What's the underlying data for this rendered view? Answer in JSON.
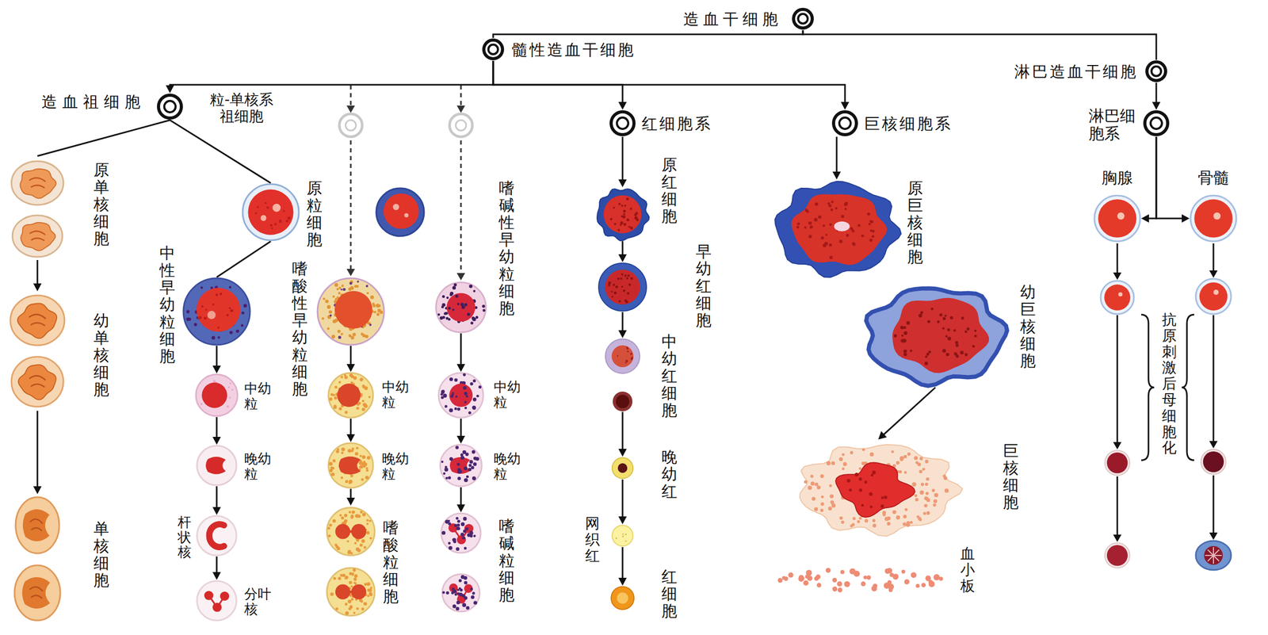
{
  "diagram": {
    "nodes": [
      {
        "text": [
          "造血干细胞"
        ]
      },
      {
        "text": [
          "髓性造血干细胞"
        ]
      },
      {
        "text": [
          "淋巴造血干细胞"
        ]
      },
      {
        "text": [
          "造血祖细胞",
          "粒-单核系 祖细胞"
        ]
      },
      {
        "text": [
          "红细胞系"
        ]
      },
      {
        "text": [
          "巨核细胞系"
        ]
      },
      {
        "text": [
          "淋巴细 胞系"
        ]
      },
      {
        "text": [
          "原单核细胞"
        ]
      },
      {
        "text": [
          "幼单核细胞"
        ]
      },
      {
        "text": [
          "单核细胞"
        ]
      },
      {
        "text": [
          "原粒细胞"
        ]
      },
      {
        "text": [
          "中性早幼粒细胞"
        ]
      },
      {
        "text": [
          "中幼 粒"
        ]
      },
      {
        "text": [
          "晚幼 粒"
        ]
      },
      {
        "text": [
          "杆状核"
        ]
      },
      {
        "text": [
          "分叶 核"
        ]
      },
      {
        "text": [
          "嗜酸性早幼粒细胞"
        ]
      },
      {
        "text": [
          "中幼 粒"
        ]
      },
      {
        "text": [
          "晚幼 粒"
        ]
      },
      {
        "text": [
          "嗜酸粒细胞"
        ]
      },
      {
        "text": [
          "嗜碱性早幼粒细胞"
        ]
      },
      {
        "text": [
          "中幼 粒"
        ]
      },
      {
        "text": [
          "晚幼 粒"
        ]
      },
      {
        "text": [
          "嗜碱粒细胞"
        ]
      },
      {
        "text": [
          "原红细胞"
        ]
      },
      {
        "text": [
          "早幼红细胞"
        ]
      },
      {
        "text": [
          "中幼红细胞"
        ]
      },
      {
        "text": [
          "晚幼红"
        ]
      },
      {
        "text": [
          "网织红"
        ]
      },
      {
        "text": [
          "红细胞"
        ]
      },
      {
        "text": [
          "原巨核细胞"
        ]
      },
      {
        "text": [
          "幼巨核细胞"
        ]
      },
      {
        "text": [
          "巨核细胞"
        ]
      },
      {
        "text": [
          "血小板"
        ]
      },
      {
        "text": [
          "胸腺"
        ]
      },
      {
        "text": [
          "骨髓"
        ]
      }
    ],
    "edges": [
      {
        "from": 0,
        "to": 1,
        "arrow": "none"
      },
      {
        "from": 0,
        "to": 2,
        "arrow": "none"
      },
      {
        "from": 1,
        "to": 3,
        "arrow": "to"
      },
      {
        "from": 1,
        "to": 4,
        "arrow": "to"
      },
      {
        "from": 1,
        "to": 5,
        "arrow": "to"
      },
      {
        "from": 2,
        "to": 6,
        "arrow": "to"
      },
      {
        "from": 3,
        "to": 7,
        "arrow": "none"
      },
      {
        "from": 3,
        "to": 10,
        "arrow": "none"
      },
      {
        "from": 7,
        "to": 8,
        "arrow": "to"
      },
      {
        "from": 8,
        "to": 9,
        "arrow": "to"
      },
      {
        "from": 10,
        "to": 11,
        "arrow": "none"
      },
      {
        "from": 11,
        "to": 12,
        "arrow": "to"
      },
      {
        "from": 12,
        "to": 13,
        "arrow": "to"
      },
      {
        "from": 13,
        "to": 14,
        "arrow": "to"
      },
      {
        "from": 14,
        "to": 15,
        "arrow": "to"
      },
      {
        "from": 16,
        "to": 17,
        "arrow": "to"
      },
      {
        "from": 17,
        "to": 18,
        "arrow": "to"
      },
      {
        "from": 18,
        "to": 19,
        "arrow": "to"
      },
      {
        "from": 20,
        "to": 21,
        "arrow": "to"
      },
      {
        "from": 21,
        "to": 22,
        "arrow": "to"
      },
      {
        "from": 22,
        "to": 23,
        "arrow": "to"
      },
      {
        "from": 4,
        "to": 24,
        "arrow": "to"
      },
      {
        "from": 24,
        "to": 25,
        "arrow": "to"
      },
      {
        "from": 25,
        "to": 26,
        "arrow": "to"
      },
      {
        "from": 26,
        "to": 27,
        "arrow": "to"
      },
      {
        "from": 27,
        "to": 28,
        "arrow": "to"
      },
      {
        "from": 28,
        "to": 29,
        "arrow": "to"
      },
      {
        "from": 5,
        "to": 30,
        "arrow": "to"
      },
      {
        "from": 31,
        "to": 32,
        "arrow": "to"
      },
      {
        "from": 6,
        "to": 34,
        "arrow": "to"
      },
      {
        "from": 6,
        "to": 35,
        "arrow": "to"
      }
    ],
    "labels": [
      "抗原刺激后母细胞化"
    ]
  }
}
